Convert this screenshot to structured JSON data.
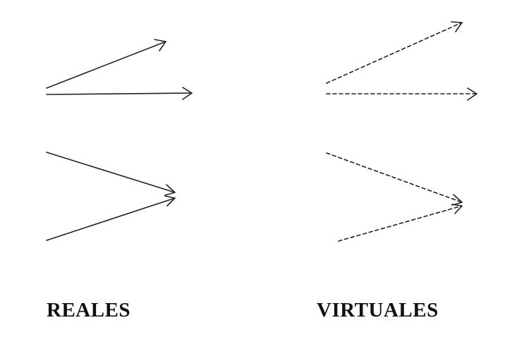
{
  "labels": {
    "real": "REALES",
    "virtual": "VIRTUALES"
  },
  "groups": [
    {
      "name": "real-diverging",
      "style": "solid"
    },
    {
      "name": "real-converging",
      "style": "solid"
    },
    {
      "name": "virtual-diverging",
      "style": "dashed"
    },
    {
      "name": "virtual-converging",
      "style": "dashed"
    }
  ],
  "colors": {
    "line": "#222222",
    "text": "#111111"
  }
}
